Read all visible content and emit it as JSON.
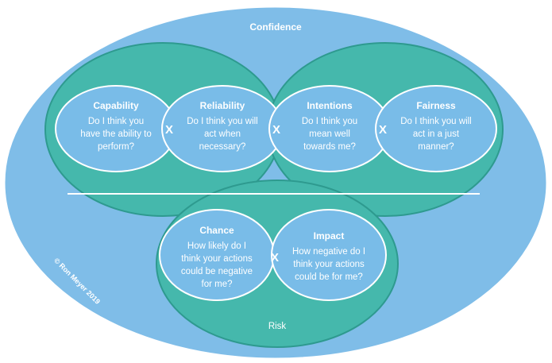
{
  "diagram": {
    "outer_label": "Confidence",
    "risk_label": "Risk",
    "copyright": "© Ron Meyer 2019",
    "multiply_symbol": "X",
    "colors": {
      "outer": "#7fbde8",
      "outer_stroke": "#ffffff",
      "teal": "#45b8ac",
      "teal_stroke": "#2e9a8f",
      "inner": "#79bce8",
      "inner_stroke": "#ffffff",
      "text": "#ffffff"
    },
    "confidence_factors": [
      {
        "title": "Capability",
        "lines": [
          "Do I think you",
          "have the ability to",
          "perform?"
        ]
      },
      {
        "title": "Reliability",
        "lines": [
          "Do I think you will",
          "act when",
          "necessary?"
        ]
      },
      {
        "title": "Intentions",
        "lines": [
          "Do I think you",
          "mean well",
          "towards me?"
        ]
      },
      {
        "title": "Fairness",
        "lines": [
          "Do I think you will",
          "act in a just",
          "manner?"
        ]
      }
    ],
    "risk_factors": [
      {
        "title": "Chance",
        "lines": [
          "How likely do I",
          "think your actions",
          "could be negative",
          "for me?"
        ]
      },
      {
        "title": "Impact",
        "lines": [
          "How negative do I",
          "think your actions",
          "could be for me?"
        ]
      }
    ]
  }
}
